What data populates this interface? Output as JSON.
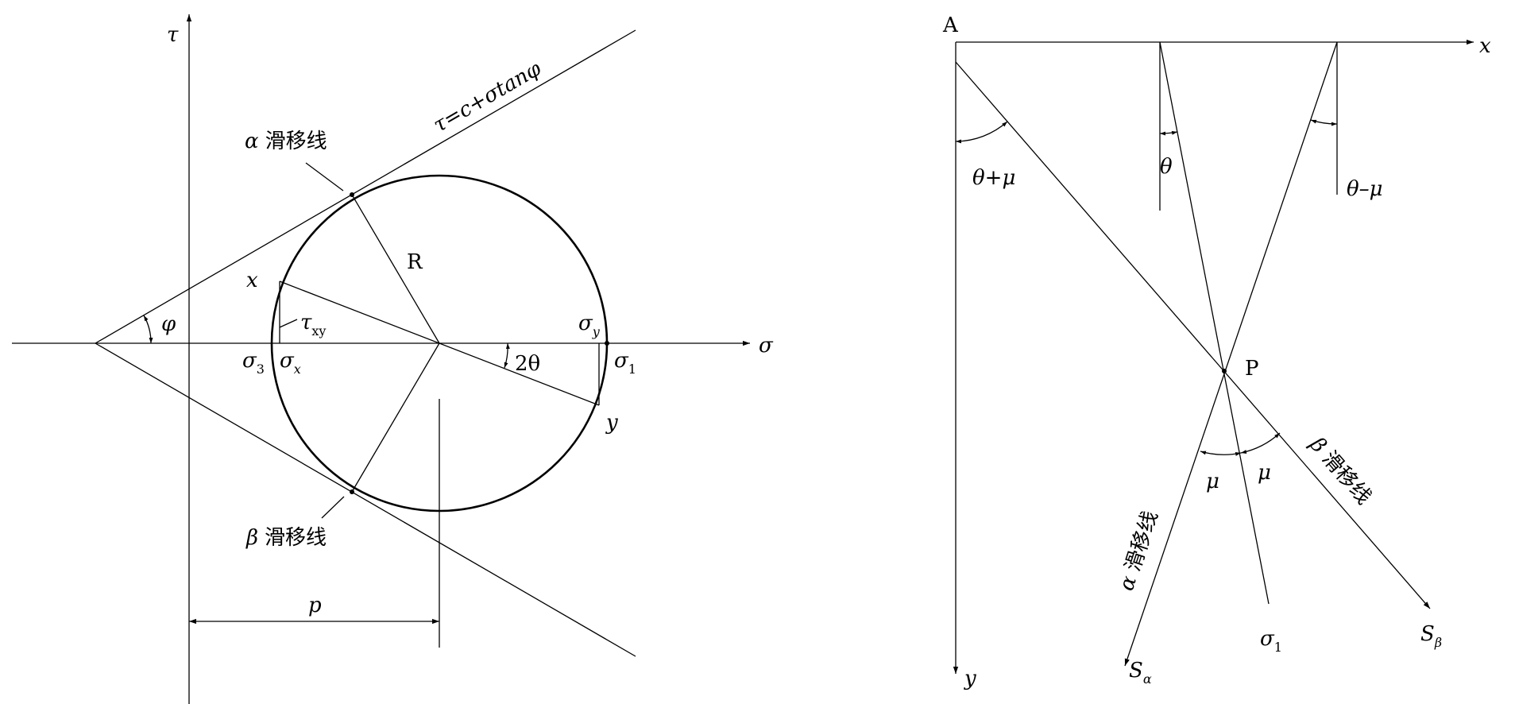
{
  "mohr": {
    "axis_tau": "τ",
    "axis_sigma": "σ",
    "phi": "φ",
    "envelope": "τ=c+σtanφ",
    "alpha_greek": "α",
    "beta_greek": "β",
    "slip_line": "滑移线",
    "R": "R",
    "x": "x",
    "y": "y",
    "tau": "τ",
    "tau_sub": "xy",
    "sigma": "σ",
    "sub_y": "y",
    "sub_x": "x",
    "sub_3": "3",
    "sub_1": "1",
    "two_theta": "2θ",
    "p": "p"
  },
  "field": {
    "A": "A",
    "x": "x",
    "y": "y",
    "P": "P",
    "theta_plus_mu": "θ+μ",
    "theta": "θ",
    "theta_minus_mu": "θ–μ",
    "mu": "μ",
    "alpha_greek": "α",
    "beta_greek": "β",
    "slip_line": "滑移线",
    "sigma": "σ",
    "sub_1": "1",
    "S": "S",
    "sub_alpha": "α",
    "sub_beta": "β"
  }
}
